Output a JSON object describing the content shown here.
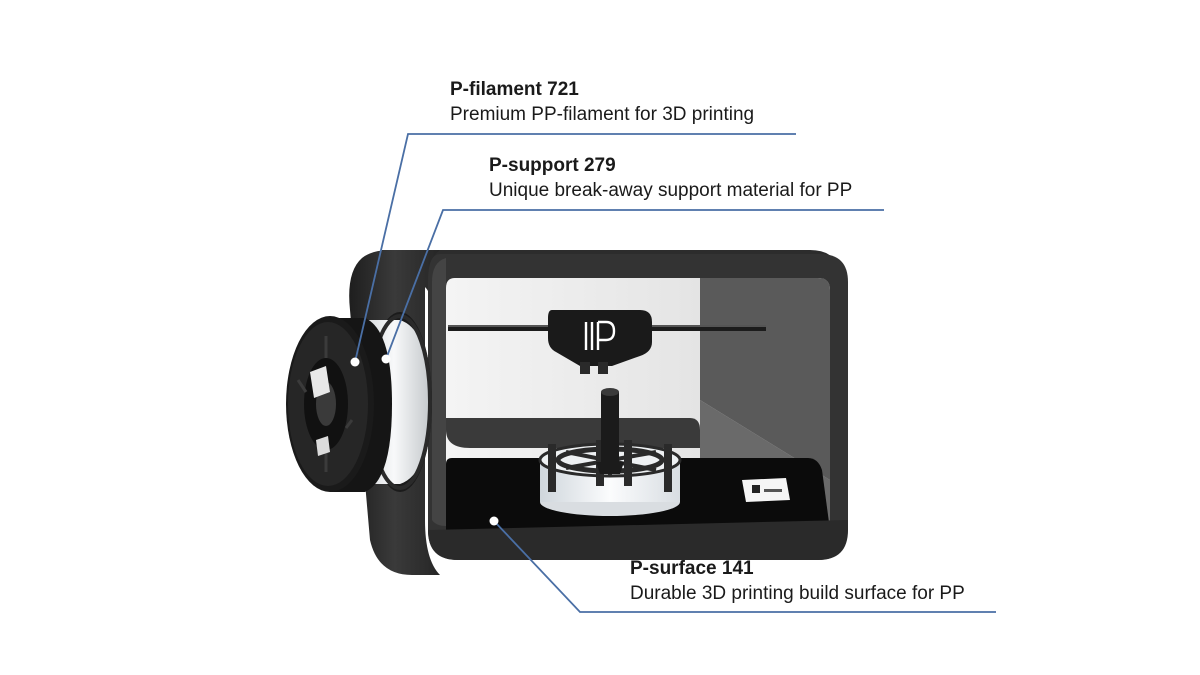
{
  "callouts": {
    "filament": {
      "title": "P-filament 721",
      "description": "Premium PP-filament for 3D printing"
    },
    "support": {
      "title": "P-support 279",
      "description": "Unique break-away support material for PP"
    },
    "surface": {
      "title": "P-surface 141",
      "description": "Durable 3D printing build surface for PP"
    }
  },
  "colors": {
    "callout_line": "#4a6fa5",
    "printer_body": "#2b2b2b",
    "build_surface": "#0a0a0a",
    "background": "#ffffff"
  },
  "icons": {
    "printhead_logo": "pp-logo-icon"
  }
}
